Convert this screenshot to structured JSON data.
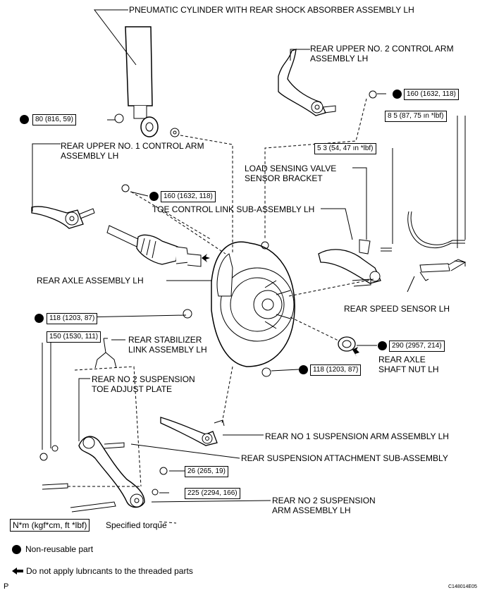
{
  "labels": {
    "pneumatic_cylinder": "PNEUMATIC CYLINDER WITH REAR SHOCK ABSORBER ASSEMBLY LH",
    "upper_no2_arm_1": "REAR UPPER NO. 2 CONTROL ARM",
    "upper_no2_arm_2": "ASSEMBLY LH",
    "upper_no1_arm_1": "REAR UPPER NO. 1 CONTROL ARM",
    "upper_no1_arm_2": "ASSEMBLY LH",
    "load_sensing_1": "LOAD SENSING VALVE",
    "load_sensing_2": "SENSOR BRACKET",
    "toe_control_link": "TOE CONTROL LINK SUB-ASSEMBLY LH",
    "rear_axle": "REAR AXLE ASSEMBLY LH",
    "rear_speed_sensor": "REAR SPEED SENSOR LH",
    "stabilizer_link_1": "REAR STABILIZER",
    "stabilizer_link_2": "LINK ASSEMBLY LH",
    "toe_adjust_plate_1": "REAR NO  2 SUSPENSION",
    "toe_adjust_plate_2": "TOE ADJUST PLATE",
    "axle_shaft_nut_1": "REAR AXLE",
    "axle_shaft_nut_2": "SHAFT NUT LH",
    "no1_suspension_arm": "REAR NO  1 SUSPENSION ARM ASSEMBLY LH",
    "attachment_sub": "REAR SUSPENSION ATTACHMENT SUB-ASSEMBLY",
    "no2_suspension_arm_1": "REAR NO  2 SUSPENSION",
    "no2_suspension_arm_2": "ARM ASSEMBLY LH"
  },
  "torques": {
    "shock_nut": "80 (816, 59)",
    "upper_no2": "160 (1632, 118)",
    "speed_sensor_wire": "8 5 (87, 75 ın *lbf)",
    "bracket_bolt": "5 3 (54, 47 ın *lbf)",
    "upper_no1": "160 (1632, 118)",
    "knuckle_upper": "118 (1203, 87)",
    "stabilizer": "150 (1530, 111)",
    "axle_nut": "290 (2957, 214)",
    "knuckle_lower": "118 (1203, 87)",
    "attachment": "26 (265, 19)",
    "no2_arm": "225 (2294, 166)"
  },
  "legend": {
    "torque_unit": "N*m (kgf*cm, ft *lbf)",
    "specified_torque": "Specified torque",
    "non_reusable": "Non-reusable part",
    "no_lubricant": "Do not apply lubrıcants to the threaded parts"
  },
  "footer": {
    "left": "P",
    "code": "C148014E05"
  }
}
